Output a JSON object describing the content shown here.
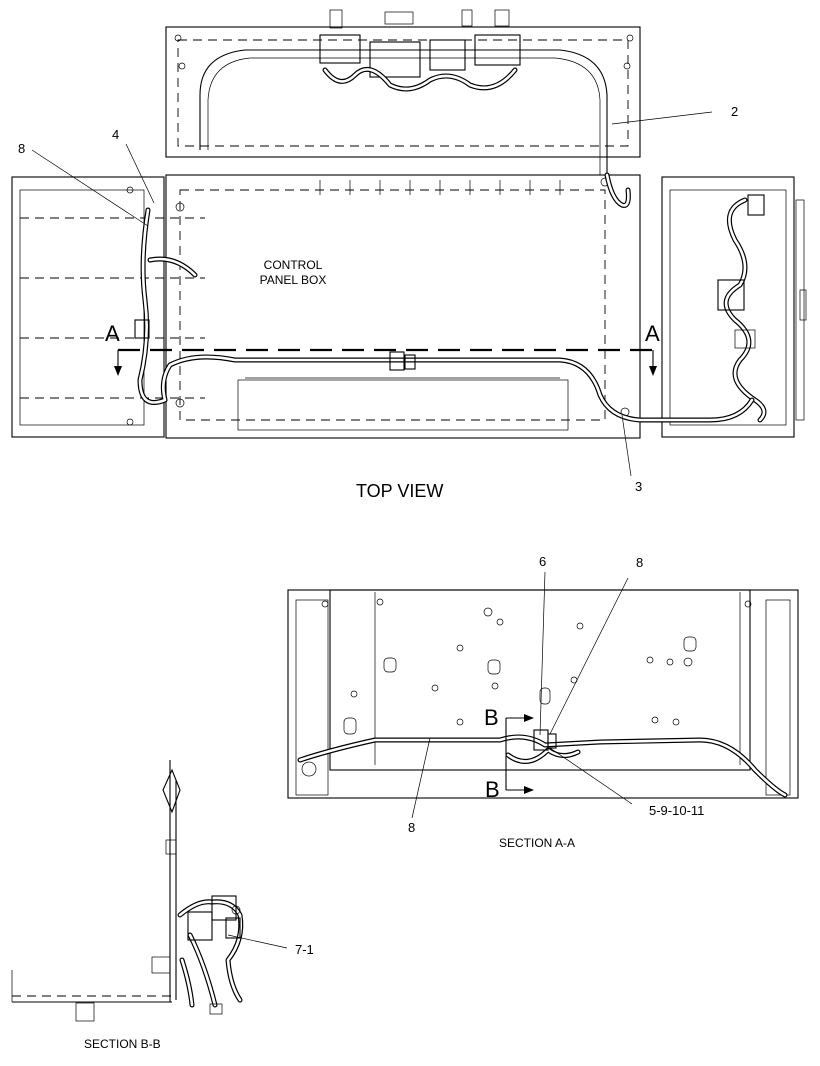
{
  "top_view": {
    "title": "TOP VIEW",
    "panel_label_line1": "CONTROL",
    "panel_label_line2": "PANEL BOX",
    "section_mark": "A"
  },
  "section_aa": {
    "caption": "SECTION  A-A",
    "section_mark": "B"
  },
  "section_bb": {
    "caption": "SECTION  B-B"
  },
  "callouts": {
    "c2": "2",
    "c3": "3",
    "c4": "4",
    "c8_top": "8",
    "c6": "6",
    "c8_aa_top": "8",
    "c8_aa_bottom": "8",
    "c5_9_10_11": "5-9-10-11",
    "c7_1": "7-1"
  }
}
